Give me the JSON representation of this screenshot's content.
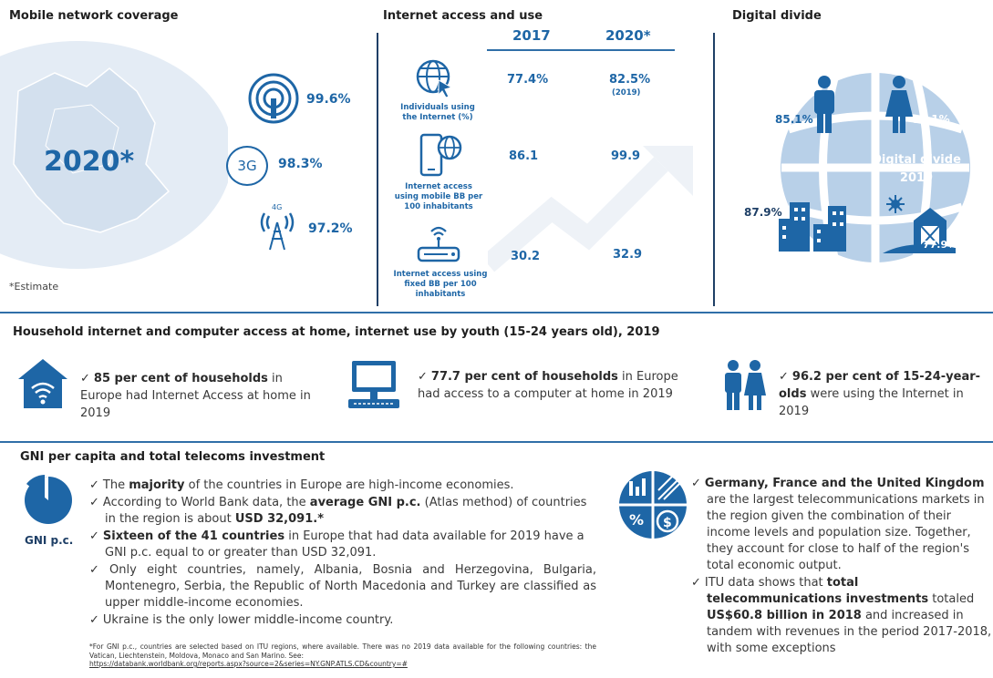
{
  "mobile": {
    "title": "Mobile network coverage",
    "year": "2020*",
    "items": [
      {
        "icon": "signal-icon",
        "value": "99.6%"
      },
      {
        "icon": "3g-icon",
        "label": "3G",
        "value": "98.3%"
      },
      {
        "icon": "4g-tower-icon",
        "label": "4G",
        "value": "97.2%"
      }
    ],
    "note": "*Estimate"
  },
  "internet": {
    "title": "Internet access and use",
    "col1": "2017",
    "col2": "2020*",
    "rows": [
      {
        "label": "Individuals using the Internet (%)",
        "v1": "77.4%",
        "v2": "82.5%",
        "v2note": "(2019)"
      },
      {
        "label": "Internet access using mobile BB per 100 inhabitants",
        "v1": "86.1",
        "v2": "99.9"
      },
      {
        "label": "Internet access using fixed BB per 100 inhabitants",
        "v1": "30.2",
        "v2": "32.9"
      }
    ]
  },
  "divide": {
    "title": "Digital divide",
    "male": "85.1%",
    "female": "80.1%",
    "urban": "87.9%",
    "rural": "77.9%",
    "center_label": "Digital divide 2019"
  },
  "household": {
    "title": "Household internet and computer access at home, internet use by youth (15-24 years old), 2019",
    "items": [
      {
        "bold": "85 per cent of households",
        "rest": " in Europe had Internet Access at home in 2019"
      },
      {
        "bold": "77.7 per cent of households",
        "rest": " in Europe had access to a computer at home in 2019"
      },
      {
        "bold": "96.2 per cent of 15-24-year-olds",
        "rest": " were using the Internet  in 2019"
      }
    ]
  },
  "gni": {
    "title": "GNI per capita and total telecoms investment",
    "icon_label": "GNI p.c.",
    "bullets": [
      {
        "a": "The ",
        "b": "majority",
        "c": " of the countries in Europe are high-income economies."
      },
      {
        "a": "According to World Bank data, the ",
        "b": "average GNI p.c.",
        "c": " (Atlas method) of countries in the region is about ",
        "d": "USD 32,091.*"
      },
      {
        "a": "",
        "b": "Sixteen of the 41 countries",
        "c": " in Europe that had data available for 2019 have a GNI p.c. equal to or greater than USD 32,091."
      },
      {
        "a": "Only eight countries, namely, Albania, Bosnia and Herzegovina, Bulgaria, Montenegro, Serbia, the Republic of North Macedonia and Turkey are classified as upper middle-income economies.",
        "b": "",
        "c": ""
      },
      {
        "a": "Ukraine is the only lower middle-income country.",
        "b": "",
        "c": ""
      }
    ],
    "footnote": "*For GNI p.c., countries are selected based on ITU regions, where available. There was no 2019 data available for the following countries: the Vatican, Liechtenstein, Moldova, Monaco and San Marino. See:",
    "footnote_link": "https://databank.worldbank.org/reports.aspx?source=2&series=NY.GNP.ATLS.CD&country=#",
    "right_bullets": [
      {
        "b": "Germany, France and the United Kingdom",
        "c": " are the largest telecommunications markets in the region given the combination of their income levels and population size. Together, they account for close to half of the region's total economic output."
      },
      {
        "a": "ITU data shows that ",
        "b": "total telecommunications investments",
        "c": " totaled ",
        "d": "US$60.8 billion in 2018",
        "e": " and increased in tandem with revenues in the period 2017-2018, with some exceptions"
      }
    ]
  },
  "colors": {
    "accent": "#1e66a6",
    "light": "#bcd3ea",
    "rule": "#2f6fa8"
  }
}
